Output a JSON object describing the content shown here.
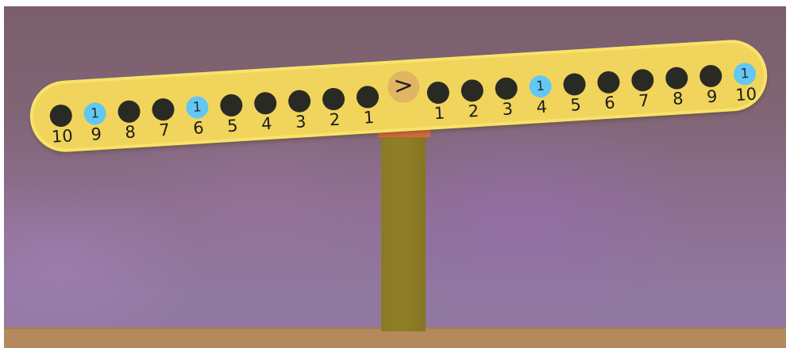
{
  "pivot_symbol": ">",
  "left_side": [
    {
      "label": "10",
      "weight": ""
    },
    {
      "label": "9",
      "weight": "1"
    },
    {
      "label": "8",
      "weight": ""
    },
    {
      "label": "7",
      "weight": ""
    },
    {
      "label": "6",
      "weight": "1"
    },
    {
      "label": "5",
      "weight": ""
    },
    {
      "label": "4",
      "weight": ""
    },
    {
      "label": "3",
      "weight": ""
    },
    {
      "label": "2",
      "weight": ""
    },
    {
      "label": "1",
      "weight": ""
    }
  ],
  "right_side": [
    {
      "label": "1",
      "weight": ""
    },
    {
      "label": "2",
      "weight": ""
    },
    {
      "label": "3",
      "weight": ""
    },
    {
      "label": "4",
      "weight": "1"
    },
    {
      "label": "5",
      "weight": ""
    },
    {
      "label": "6",
      "weight": ""
    },
    {
      "label": "7",
      "weight": ""
    },
    {
      "label": "8",
      "weight": ""
    },
    {
      "label": "9",
      "weight": ""
    },
    {
      "label": "10",
      "weight": "1"
    }
  ],
  "colors": {
    "beam": "#f1d45c",
    "peg": "#2a2a25",
    "weight": "#62c8f2",
    "post": "#8a7a24",
    "pivot_cap": "#d8693e",
    "floor": "#b48a5d"
  }
}
